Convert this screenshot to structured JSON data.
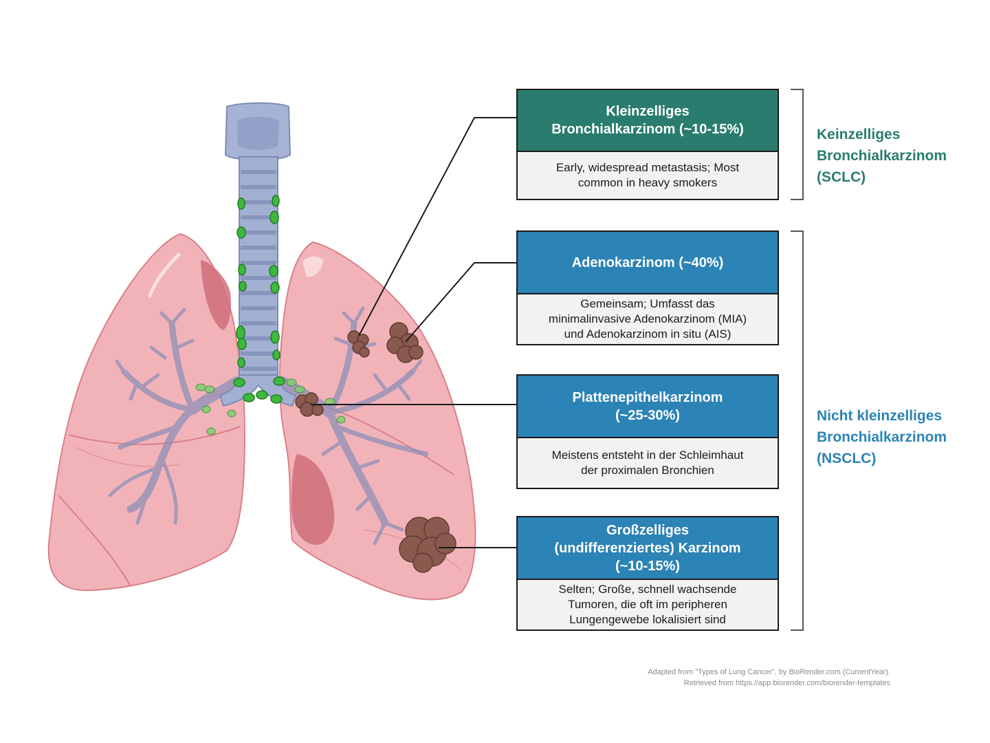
{
  "colors": {
    "sclc_teal": "#2a7d6e",
    "nsclc_blue": "#2c83b5",
    "description_bg": "#f2f2f2",
    "lung_pink": "#f2b3b8",
    "trachea_blue": "#9aa9cc",
    "lymph_node_green": "#3db93d",
    "tumor_brown": "#8a5a4e"
  },
  "groups": {
    "sclc": {
      "label": "Keinzelliges\nBronchialkarzinom\n(SCLC)"
    },
    "nsclc": {
      "label": "Nicht kleinzelliges\nBronchialkarzinom\n(NSCLC)"
    }
  },
  "cancer_types": [
    {
      "title": "Kleinzelliges\nBronchialkarzinom  (~10-15%)",
      "description": "Early, widespread metastasis; Most\ncommon in heavy smokers"
    },
    {
      "title": "Adenokarzinom (~40%)",
      "description": "Gemeinsam; Umfasst das\nminimalinvasive Adenokarzinom (MIA)\nund Adenokarzinom in situ (AIS)"
    },
    {
      "title": "Plattenepithelkarzinom\n(~25-30%)",
      "description": "Meistens entsteht in der Schleimhaut\nder proximalen Bronchien"
    },
    {
      "title": "Großzelliges\n(undifferenziertes) Karzinom\n(~10-15%)",
      "description": "Selten; Große, schnell wachsende\nTumoren, die oft im peripheren\nLungengewebe lokalisiert sind"
    }
  ],
  "citation": "Adapted from \"Types of Lung Cancer\", by BioRender.com (CurrentYear).\nRetrieved from https://app.biorender.com/biorender-templates"
}
